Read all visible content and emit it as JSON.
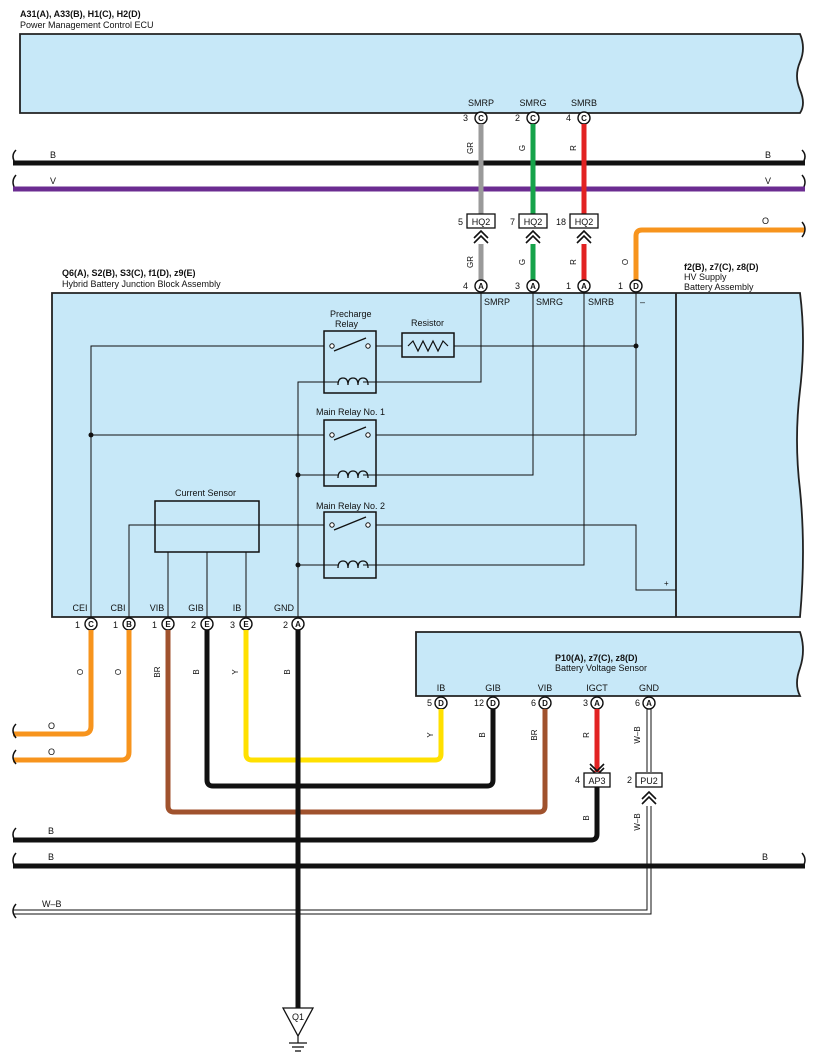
{
  "ecu": {
    "title": "A31(A), A33(B), H1(C), H2(D)",
    "subtitle": "Power Management Control ECU",
    "pins": [
      {
        "num": "3",
        "conn": "C",
        "name": "SMRP"
      },
      {
        "num": "2",
        "conn": "C",
        "name": "SMRG"
      },
      {
        "num": "4",
        "conn": "C",
        "name": "SMRB"
      }
    ]
  },
  "bus": {
    "b_label": "B",
    "v_label": "V",
    "wb_label": "W–B",
    "o_label": "O"
  },
  "wire_colors": {
    "gr": "GR",
    "g": "G",
    "r": "R",
    "o": "O",
    "br": "BR",
    "b": "B",
    "y": "Y",
    "wb": "W–B"
  },
  "connectors": {
    "hq2": [
      {
        "num": "5",
        "name": "HQ2"
      },
      {
        "num": "7",
        "name": "HQ2"
      },
      {
        "num": "18",
        "name": "HQ2"
      }
    ],
    "ap3": {
      "num": "4",
      "name": "AP3"
    },
    "pu2": {
      "num": "2",
      "name": "PU2"
    }
  },
  "junction": {
    "title": "Q6(A), S2(B), S3(C), f1(D), z9(E)",
    "subtitle": "Hybrid Battery Junction Block Assembly",
    "top_pins": [
      {
        "num": "4",
        "conn": "A",
        "name": "SMRP"
      },
      {
        "num": "3",
        "conn": "A",
        "name": "SMRG"
      },
      {
        "num": "1",
        "conn": "A",
        "name": "SMRB"
      },
      {
        "num": "1",
        "conn": "D",
        "name": "–"
      }
    ],
    "bottom_pins": [
      {
        "num": "1",
        "conn": "C",
        "name": "CEI"
      },
      {
        "num": "1",
        "conn": "B",
        "name": "CBI"
      },
      {
        "num": "1",
        "conn": "E",
        "name": "VIB"
      },
      {
        "num": "2",
        "conn": "E",
        "name": "GIB"
      },
      {
        "num": "3",
        "conn": "E",
        "name": "IB"
      },
      {
        "num": "2",
        "conn": "A",
        "name": "GND"
      }
    ],
    "precharge_label_1": "Precharge",
    "precharge_label_2": "Relay",
    "resistor_label": "Resistor",
    "main1_label": "Main Relay No. 1",
    "main2_label": "Main Relay No. 2",
    "current_sensor_label": "Current Sensor",
    "plus": "+"
  },
  "hv": {
    "title": "f2(B), z7(C), z8(D)",
    "sub1": "HV Supply",
    "sub2": "Battery Assembly"
  },
  "bvs": {
    "title": "P10(A), z7(C), z8(D)",
    "subtitle": "Battery Voltage Sensor",
    "pins": [
      {
        "num": "5",
        "conn": "D",
        "name": "IB"
      },
      {
        "num": "12",
        "conn": "D",
        "name": "GIB"
      },
      {
        "num": "6",
        "conn": "D",
        "name": "VIB"
      },
      {
        "num": "3",
        "conn": "A",
        "name": "IGCT"
      },
      {
        "num": "6",
        "conn": "A",
        "name": "GND"
      }
    ]
  },
  "ground": {
    "label": "Q1"
  },
  "colors": {
    "box": "#c7e8f8",
    "gray": "#9a9a9a",
    "green": "#16a34a",
    "red": "#e22222",
    "orange": "#f7941d",
    "purple": "#6b2c91",
    "brown": "#a0522d",
    "yellow": "#ffe000",
    "black": "#111111"
  }
}
